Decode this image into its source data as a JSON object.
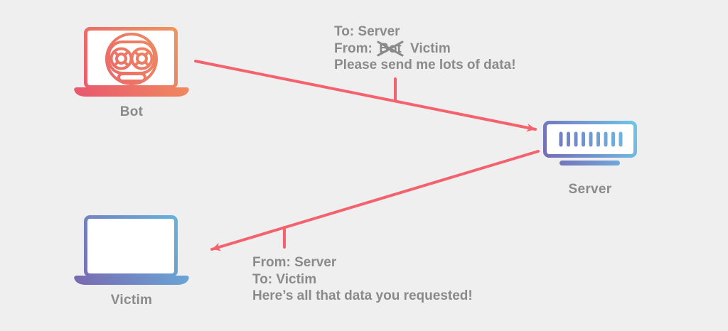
{
  "diagram": {
    "title_semantic": "IP spoofing / reflected DDoS attack diagram",
    "background_color": "#efefef",
    "arrow_color": "#f4626e",
    "text_color": "#8a8a8a",
    "nodes": {
      "bot": {
        "label": "Bot",
        "gradient_start": "#e8566f",
        "gradient_end": "#f19a5b"
      },
      "server": {
        "label": "Server",
        "gradient_start": "#7466b4",
        "gradient_end": "#6fc7ea"
      },
      "victim": {
        "label": "Victim",
        "gradient_start": "#7a68b0",
        "gradient_end": "#63b9e1"
      }
    },
    "request_message": {
      "to_line": "To: Server",
      "from_prefix": "From:",
      "from_struck": "Bot",
      "from_actual": "Victim",
      "body": "Please send me lots of data!"
    },
    "response_message": {
      "from_line": "From: Server",
      "to_line": "To: Victim",
      "body": "Here’s all that data you requested!"
    }
  }
}
